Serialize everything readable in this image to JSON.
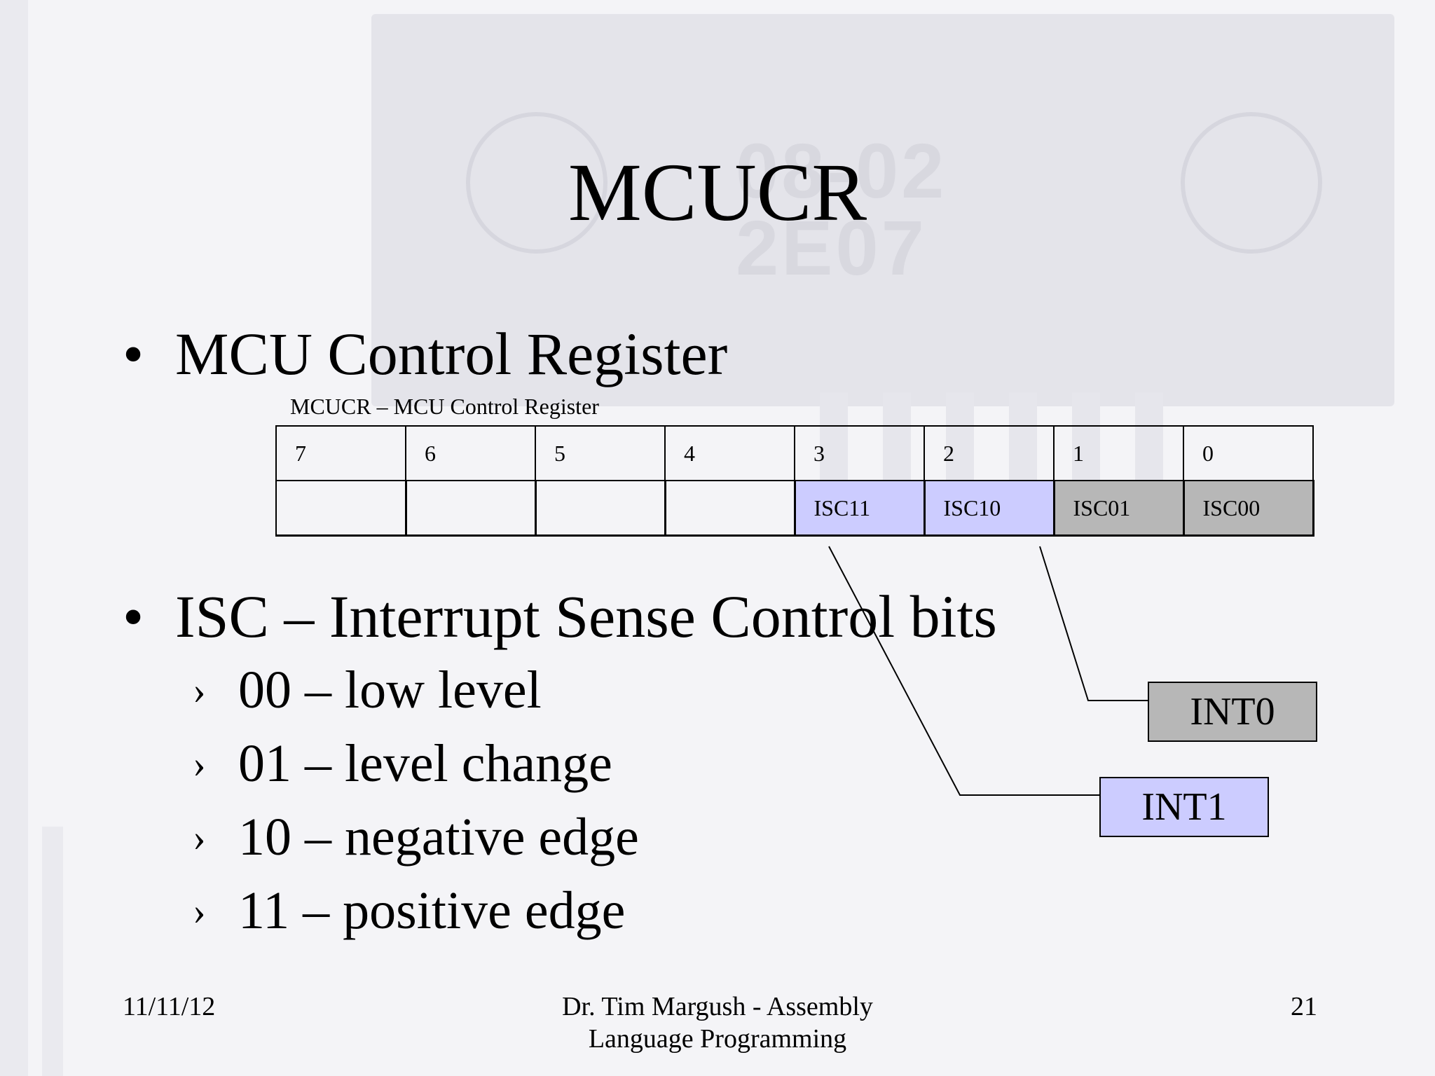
{
  "slide": {
    "title": "MCUCR",
    "bullets": [
      "MCU Control Register",
      "ISC – Interrupt Sense Control bits"
    ],
    "sub_bullets": [
      "00 – low level",
      "01 – level change",
      "10 – negative edge",
      "11 – positive edge"
    ],
    "sub_marker": "›",
    "bullet_marker": "•"
  },
  "register": {
    "caption": "MCUCR – MCU Control Register",
    "bit_numbers": [
      "7",
      "6",
      "5",
      "4",
      "3",
      "2",
      "1",
      "0"
    ],
    "bit_names": [
      "",
      "",
      "",
      "",
      "ISC11",
      "ISC10",
      "ISC01",
      "ISC00"
    ]
  },
  "interrupts": {
    "int0_label": "INT0",
    "int1_label": "INT1"
  },
  "colors": {
    "int1_fill": "#ccccff",
    "int0_fill": "#b7b7b7"
  },
  "footer": {
    "date": "11/11/12",
    "author_line1": "Dr. Tim Margush - Assembly",
    "author_line2": "Language Programming",
    "page_number": "21"
  }
}
